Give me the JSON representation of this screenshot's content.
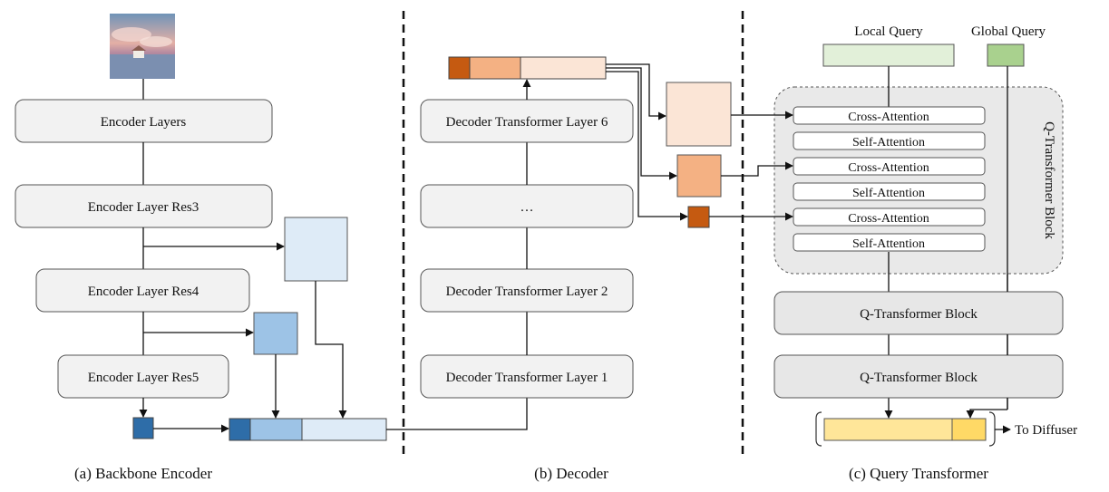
{
  "encoder": {
    "layers": "Encoder Layers",
    "res3": "Encoder Layer Res3",
    "res4": "Encoder Layer Res4",
    "res5": "Encoder Layer Res5",
    "caption": "(a) Backbone Encoder"
  },
  "decoder": {
    "layer6": "Decoder Transformer Layer 6",
    "ellipsis": "…",
    "layer2": "Decoder Transformer Layer 2",
    "layer1": "Decoder Transformer Layer 1",
    "caption": "(b) Decoder"
  },
  "query_transformer": {
    "local_query": "Local Query",
    "global_query": "Global Query",
    "cross_attention": "Cross-Attention",
    "self_attention": "Self-Attention",
    "block_label": "Q-Transformer Block",
    "block": "Q-Transformer Block",
    "to_diffuser": "To Diffuser",
    "caption": "(c) Query Transformer"
  },
  "colors": {
    "blue_dark": "#2E6DA8",
    "blue_mid": "#9DC3E6",
    "blue_light": "#DEEBF7",
    "orange_dark": "#C55A11",
    "orange_mid": "#F4B183",
    "orange_light": "#FBE5D6",
    "green_light": "#E2F0D9",
    "green_mid": "#A9D18E",
    "yellow_light": "#FFE699",
    "yellow_mid": "#FFD966",
    "box_fill": "#F2F2F2",
    "block_fill": "#E7E7E7"
  }
}
